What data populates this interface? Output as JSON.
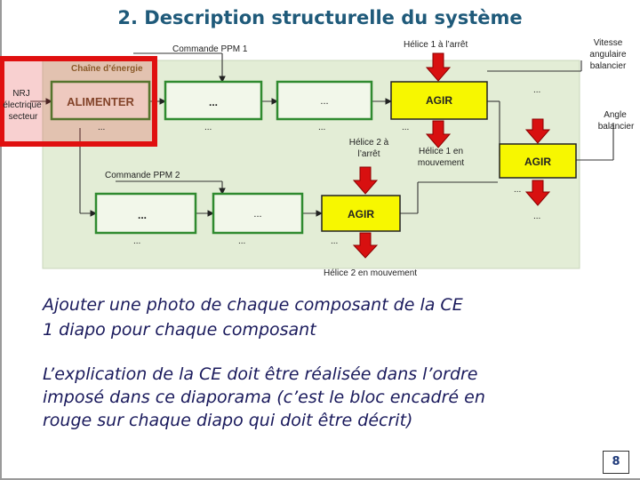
{
  "title": "2. Description structurelle du système",
  "diagram": {
    "inputs": {
      "nrj_line1": "NRJ",
      "nrj_line2": "électrique",
      "nrj_line3": "secteur"
    },
    "chain_label": "Chaîne d’énergie",
    "commands": {
      "ppm1": "Commande PPM 1",
      "ppm2": "Commande PPM 2"
    },
    "blocks": {
      "alimenter": "ALIMENTER",
      "row1_b2": "...",
      "row1_b3": "...",
      "agir1": "AGIR",
      "agir2": "AGIR",
      "row2_b1": "...",
      "row2_b2": "...",
      "agir3": "AGIR"
    },
    "small_labels": {
      "r1_below1": "...",
      "r1_below2": "...",
      "r1_below3": "...",
      "r1_below4": "...",
      "r1_right_top": "...",
      "agir2_below": "...",
      "right_low": "...",
      "r2_below1": "...",
      "r2_below2": "...",
      "r2_below3": "..."
    },
    "annotations": {
      "helice1_arret": "Hélice 1 à l’arrêt",
      "vitesse_1": "Vitesse",
      "vitesse_2": "angulaire",
      "vitesse_3": "balancier",
      "angle_1": "Angle",
      "angle_2": "balancier",
      "helice2_arret_1": "Hélice 2 à",
      "helice2_arret_2": "l’arrêt",
      "helice1_mvt_1": "Hélice 1 en",
      "helice1_mvt_2": "mouvement",
      "helice2_mvt": "Hélice 2 en mouvement"
    }
  },
  "notes": {
    "line1": "Ajouter une photo de chaque composant de la CE",
    "line2": "1 diapo pour chaque composant",
    "line3": "L’explication de la CE doit être réalisée dans l’ordre",
    "line4": "imposé dans ce diaporama (c’est le bloc encadré en",
    "line5": "rouge sur chaque diapo qui doit être décrit)"
  },
  "page_number": "8",
  "colors": {
    "title": "#1f5a7a",
    "panel": "#e3edd6",
    "block_border": "#2f8a2f",
    "agir_fill": "#f7f700",
    "arrow": "#d81010",
    "highlight": "#e01010"
  }
}
